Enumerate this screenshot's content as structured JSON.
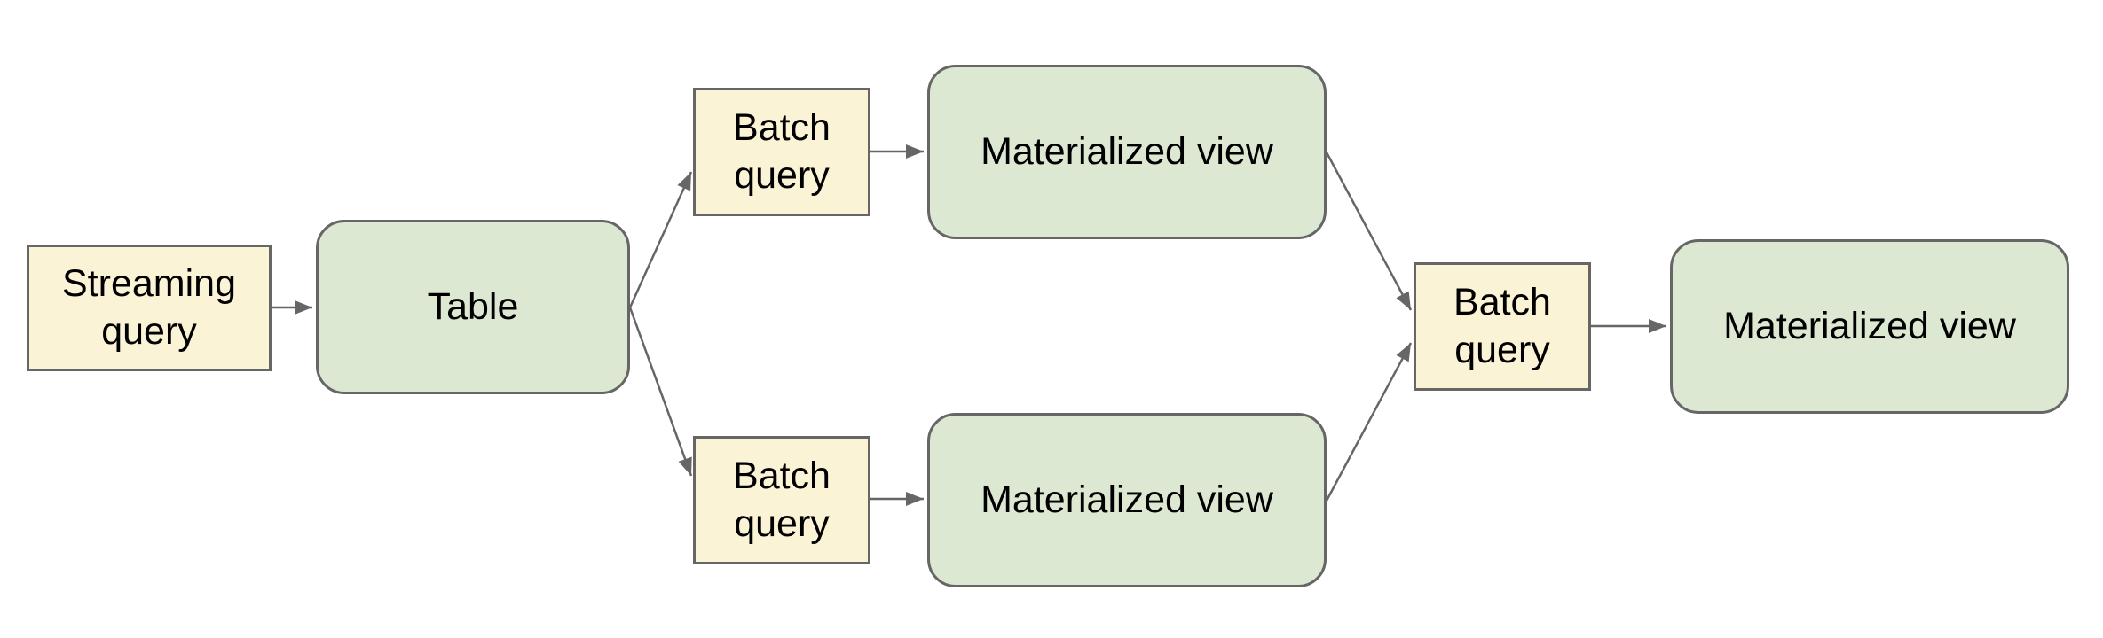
{
  "diagram": {
    "nodes": {
      "streaming_query": {
        "label": "Streaming query",
        "shape": "rectangle",
        "fill": "#fbf3d5"
      },
      "table": {
        "label": "Table",
        "shape": "rounded-rectangle",
        "fill": "#dce8d2"
      },
      "batch_query_top": {
        "label": "Batch query",
        "shape": "rectangle",
        "fill": "#fbf3d5"
      },
      "materialized_view_top": {
        "label": "Materialized view",
        "shape": "rounded-rectangle",
        "fill": "#dce8d2"
      },
      "batch_query_bottom": {
        "label": "Batch query",
        "shape": "rectangle",
        "fill": "#fbf3d5"
      },
      "materialized_view_bottom": {
        "label": "Materialized view",
        "shape": "rounded-rectangle",
        "fill": "#dce8d2"
      },
      "batch_query_merge": {
        "label": "Batch query",
        "shape": "rectangle",
        "fill": "#fbf3d5"
      },
      "materialized_view_final": {
        "label": "Materialized view",
        "shape": "rounded-rectangle",
        "fill": "#dce8d2"
      }
    },
    "edges": [
      {
        "from": "streaming_query",
        "to": "table"
      },
      {
        "from": "table",
        "to": "batch_query_top"
      },
      {
        "from": "table",
        "to": "batch_query_bottom"
      },
      {
        "from": "batch_query_top",
        "to": "materialized_view_top"
      },
      {
        "from": "batch_query_bottom",
        "to": "materialized_view_bottom"
      },
      {
        "from": "materialized_view_top",
        "to": "batch_query_merge"
      },
      {
        "from": "materialized_view_bottom",
        "to": "batch_query_merge"
      },
      {
        "from": "batch_query_merge",
        "to": "materialized_view_final"
      }
    ],
    "colors": {
      "query_node_fill": "#fbf3d5",
      "store_node_fill": "#dce8d2",
      "node_border": "#666666",
      "arrow": "#666666",
      "text": "#000000",
      "background": "#ffffff"
    }
  }
}
